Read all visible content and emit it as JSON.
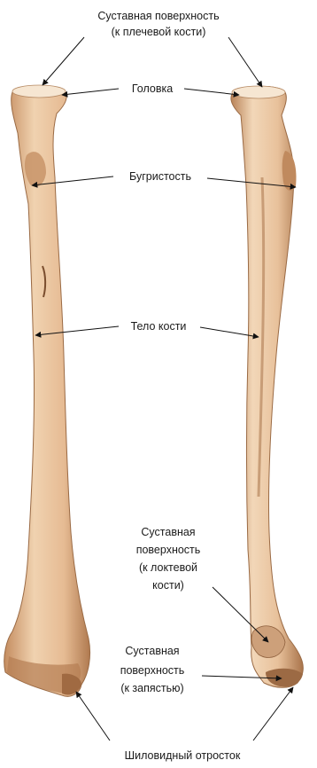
{
  "labels": {
    "articular_surface_humerus_line1": "Суставная поверхность",
    "articular_surface_humerus_line2": "(к плечевой кости)",
    "head": "Головка",
    "tuberosity": "Бугристость",
    "body": "Тело кости",
    "articular_surface_ulna_line1": "Суставная",
    "articular_surface_ulna_line2": "поверхность",
    "articular_surface_ulna_line3": "(к локтевой",
    "articular_surface_ulna_line4": "кости)",
    "articular_surface_wrist_line1": "Суставная",
    "articular_surface_wrist_line2": "поверхность",
    "articular_surface_wrist_line3": "(к запястью)",
    "styloid_process": "Шиловидный отросток"
  },
  "colors": {
    "bone_light": "#f2d7b8",
    "bone_mid": "#e2b58e",
    "bone_dark": "#b98358",
    "bone_shadow": "#8e5f3c",
    "leader": "#111111"
  }
}
